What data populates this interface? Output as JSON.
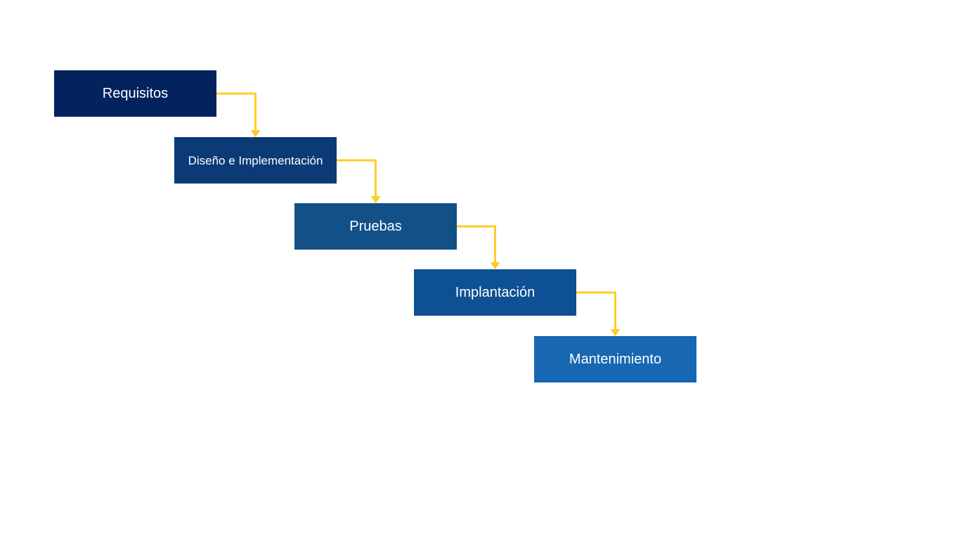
{
  "diagram": {
    "type": "waterfall-flow",
    "colors": {
      "arrow": "#FFCC26",
      "text": "#FFFFFF"
    },
    "stages": [
      {
        "label": "Requisitos",
        "color": "#03235E"
      },
      {
        "label": "Diseño e Implementación",
        "color": "#0B3A76"
      },
      {
        "label": "Pruebas",
        "color": "#135088"
      },
      {
        "label": "Implantación",
        "color": "#0D5094"
      },
      {
        "label": "Mantenimiento",
        "color": "#1767B2"
      }
    ],
    "connections": [
      {
        "from": "Requisitos",
        "to": "Diseño e Implementación"
      },
      {
        "from": "Diseño e Implementación",
        "to": "Pruebas"
      },
      {
        "from": "Pruebas",
        "to": "Implantación"
      },
      {
        "from": "Implantación",
        "to": "Mantenimiento"
      }
    ]
  }
}
